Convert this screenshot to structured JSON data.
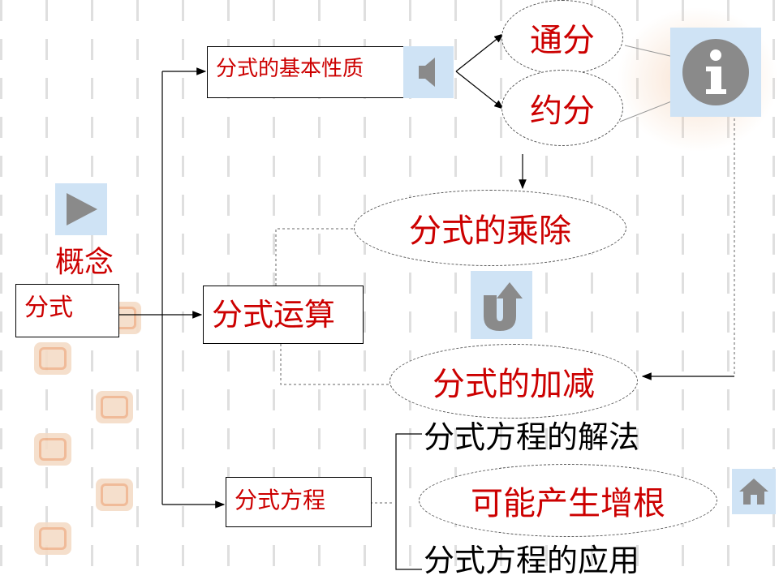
{
  "nodes": {
    "concept": "概念",
    "fraction": "分式",
    "basic_property": "分式的基本性质",
    "tongfen": "通分",
    "yuefen": "约分",
    "mul_div": "分式的乘除",
    "operations": "分式运算",
    "add_sub": "分式的加减",
    "equation": "分式方程",
    "solve": "分式方程的解法",
    "extraneous_root": "可能产生增根",
    "application": "分式方程的应用"
  },
  "icons": {
    "play": "play-icon",
    "speaker": "speaker-icon",
    "info": "info-icon",
    "undo": "u-turn-icon",
    "home": "home-icon"
  },
  "colors": {
    "red_text": "#cc0000",
    "button_bg": "#cfe3f5",
    "stamp": "#efb48e"
  }
}
